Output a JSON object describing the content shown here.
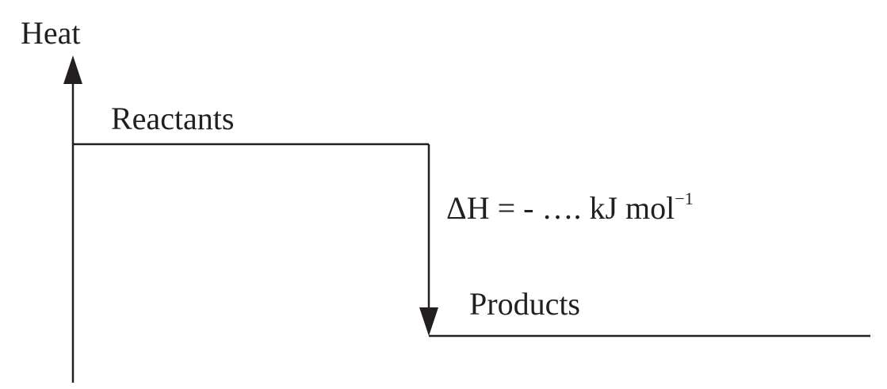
{
  "diagram": {
    "axis_label": "Heat",
    "reactants_label": "Reactants",
    "products_label": "Products",
    "enthalpy_label": "ΔH = - …. kJ mol",
    "enthalpy_exponent": "−1",
    "line_color": "#231f20"
  }
}
